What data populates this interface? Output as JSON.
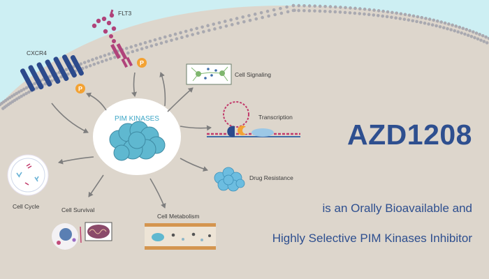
{
  "center": {
    "label": "PIM KINASES"
  },
  "receptors": {
    "fltt3": "FLT3",
    "cxcr4": "CXCR4",
    "phospho_symbol": "P"
  },
  "targets": {
    "cell_signaling": "Cell Signaling",
    "transcription": "Transcription",
    "drug_resistance": "Drug Resistance",
    "cell_metabolism": "Cell Metabolism",
    "cell_survival": "Cell Survival",
    "cell_cycle": "Cell Cycle"
  },
  "headline": {
    "title": "AZD1208",
    "line1": "is an Orally Bioavailable and",
    "line2": "Highly Selective PIM Kinases Inhibitor"
  },
  "colors": {
    "background": "#ddd6cc",
    "extracellular": "#cdeff3",
    "membrane_dot": "#a9a9b0",
    "title_blue": "#2e4f8f",
    "protein_cyan": "#5fb8d0",
    "receptor_navy": "#2c4a8c",
    "flt3_magenta": "#b0437a",
    "phospho_orange": "#f3a233"
  }
}
